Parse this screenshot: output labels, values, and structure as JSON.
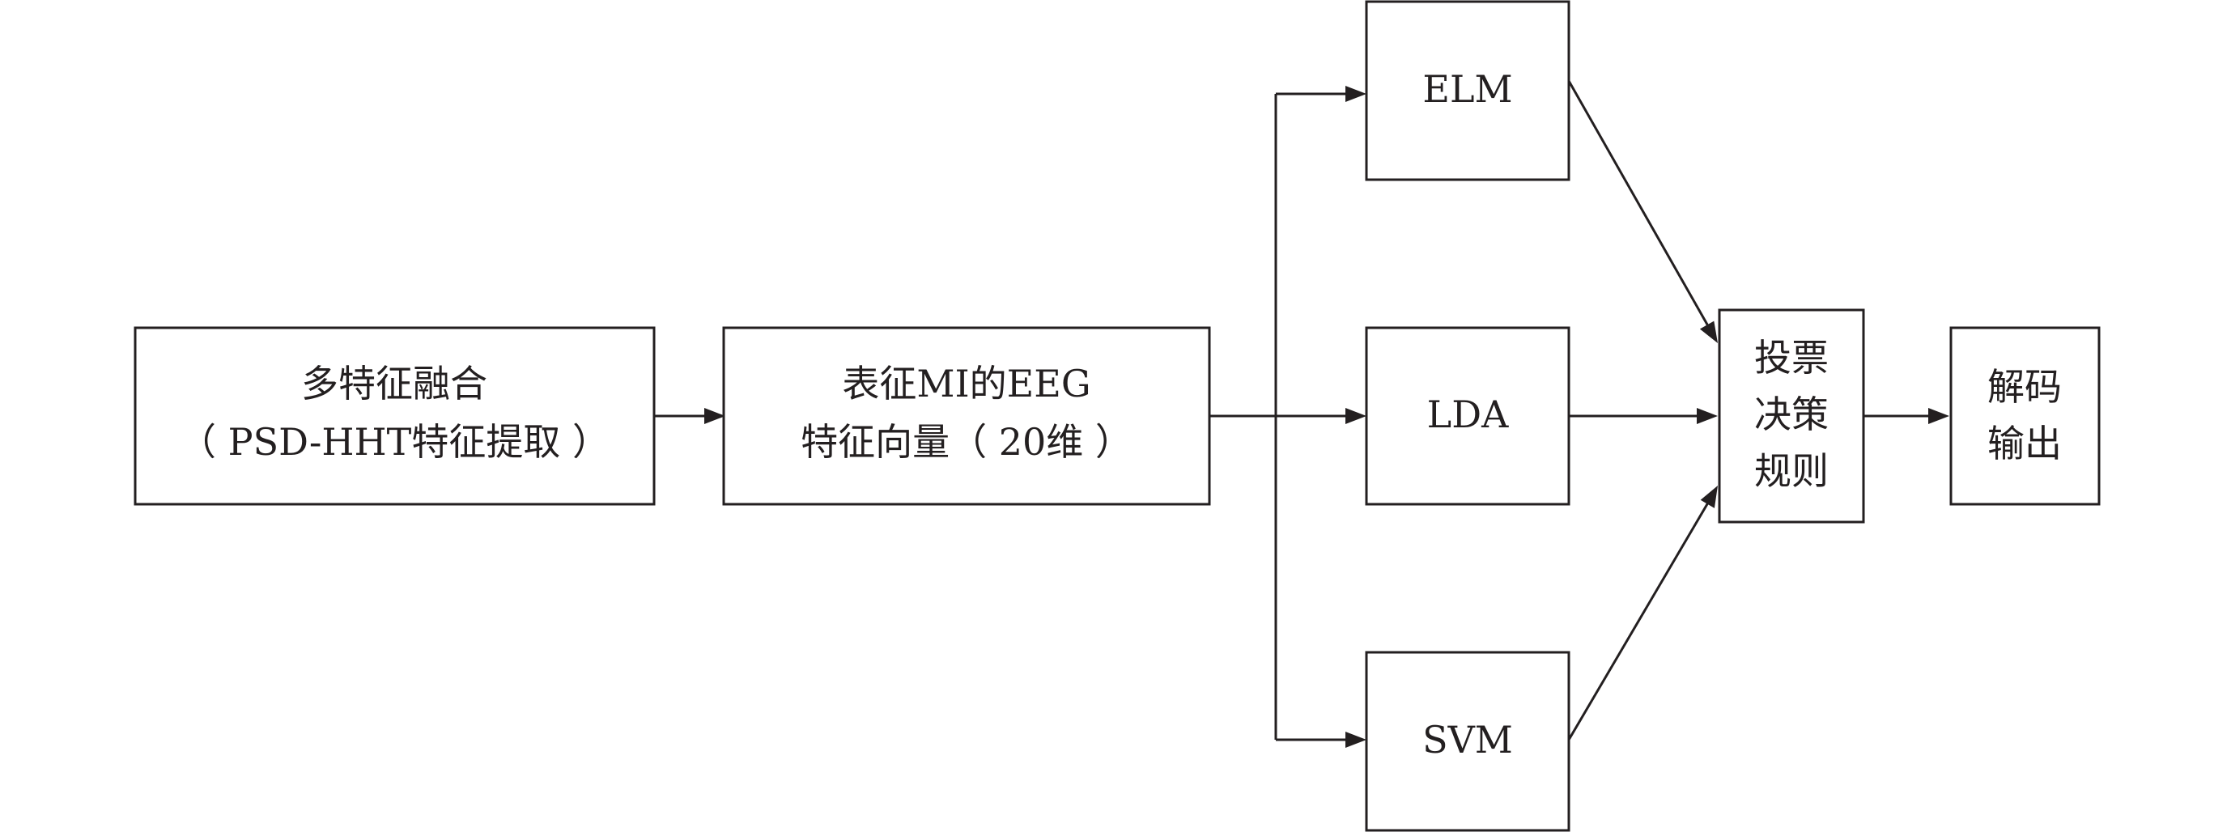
{
  "diagram": {
    "nodes": {
      "fusion": {
        "lines": [
          "多特征融合",
          "（ PSD-HHT特征提取 ）"
        ]
      },
      "vector": {
        "lines": [
          "表征MI的EEG",
          "特征向量（ 20维 ）"
        ]
      },
      "elm": {
        "lines": [
          "ELM"
        ]
      },
      "lda": {
        "lines": [
          "LDA"
        ]
      },
      "svm": {
        "lines": [
          "SVM"
        ]
      },
      "vote": {
        "lines": [
          "投票",
          "决策",
          "规则"
        ]
      },
      "output": {
        "lines": [
          "解码",
          "输出"
        ]
      }
    },
    "edges": [
      {
        "from": "fusion",
        "to": "vector"
      },
      {
        "from": "vector",
        "to": "elm"
      },
      {
        "from": "vector",
        "to": "lda"
      },
      {
        "from": "vector",
        "to": "svm"
      },
      {
        "from": "elm",
        "to": "vote"
      },
      {
        "from": "lda",
        "to": "vote"
      },
      {
        "from": "svm",
        "to": "vote"
      },
      {
        "from": "vote",
        "to": "output"
      }
    ],
    "colors": {
      "stroke": "#231f20",
      "background": "#ffffff"
    }
  }
}
